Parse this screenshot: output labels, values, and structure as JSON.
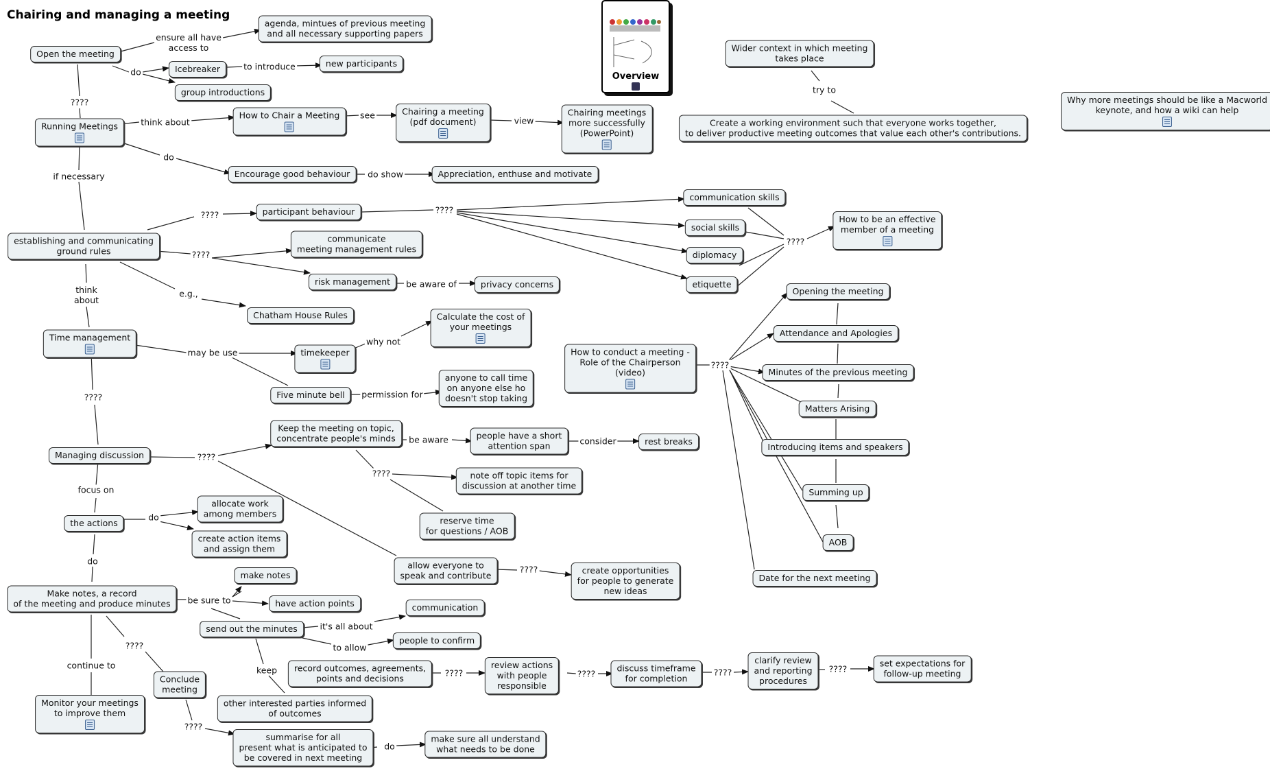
{
  "title": "Chairing and managing a meeting",
  "overview": {
    "label": "Overview"
  },
  "nodes": {
    "agenda": "agenda, mintues of previous meeting\nand all necessary supporting papers",
    "open": "Open the meeting",
    "icebreaker": "Icebreaker",
    "newpart": "new participants",
    "groupintro": "group introductions",
    "running": "Running Meetings",
    "howchair": "How to Chair a Meeting",
    "chairpdf": "Chairing a meeting\n(pdf document)",
    "chairppt": "Chairing meetings\nmore successfully\n(PowerPoint)",
    "encourage": "Encourage good behaviour",
    "appreciation": "Appreciation, enthuse and motivate",
    "partbeh": "participant behaviour",
    "groundrules": "establishing and communicating\nground rules",
    "commrules": "communicate\nmeeting management rules",
    "riskmgmt": "risk management",
    "privacy": "privacy concerns",
    "chatham": "Chatham House Rules",
    "commskills": "communication skills",
    "social": "social skills",
    "diplomacy": "diplomacy",
    "etiquette": "etiquette",
    "effective": "How to be an effective\nmember of a meeting",
    "wider": "Wider context in which meeting\ntakes place",
    "workenv": "Create a working environment such that everyone works together,\nto deliver productive meeting outcomes that value each other's contributions.",
    "macworld": "Why more meetings should be like a Macworld\nkeynote, and how a wiki can help",
    "timemgmt": "Time management",
    "timekeeper": "timekeeper",
    "calccost": "Calculate the cost of\nyour meetings",
    "fivemin": "Five minute bell",
    "calltime": "anyone to call time\non anyone else ho\ndoesn't stop taking",
    "conduct": "How to conduct a meeting -\nRole of the Chairperson\n(video)",
    "opening": "Opening the meeting",
    "attendance": "Attendance and Apologies",
    "minutesprev": "Minutes of the previous meeting",
    "matters": "Matters Arising",
    "introducing": "Introducing items and speakers",
    "summing": "Summing up",
    "aob": "AOB",
    "datenext": "Date for the next meeting",
    "keeptopic": "Keep the meeting on topic,\nconcentrate people's minds",
    "attention": "people have a short\nattention span",
    "rest": "rest breaks",
    "offtopic": "note off topic items for\ndiscussion at another time",
    "reserve": "reserve time\nfor questions / AOB",
    "managing": "Managing discussion",
    "actions": "the actions",
    "allocate": "allocate work\namong members",
    "createaction": "create action items\nand assign them",
    "allowall": "allow everyone to\nspeak and contribute",
    "opportunities": "create opportunities\nfor people to generate\nnew ideas",
    "makenotes": "make notes",
    "haveaction": "have action points",
    "record": "Make notes, a record\nof the meeting and produce minutes",
    "sendminutes": "send out the minutes",
    "communication": "communication",
    "confirm": "people to confirm",
    "recordout": "record outcomes, agreements,\npoints and decisions",
    "review": "review actions\nwith people\nresponsible",
    "discuss": "discuss timeframe\nfor completion",
    "clarify": "clarify review\nand reporting\nprocedures",
    "setexp": "set expectations for\nfollow-up meeting",
    "conclude": "Conclude\nmeeting",
    "monitor": "Monitor your meetings\nto improve them",
    "otherparties": "other interested parties informed\nof outcomes",
    "summarise": "summarise for all\npresent what is anticipated to\nbe covered in next meeting",
    "makesure": "make sure all understand\nwhat needs to be done"
  },
  "labels": {
    "ensure": "ensure all have\naccess to",
    "do1": "do",
    "tointro": "to introduce",
    "q_open_run": "????",
    "thinkabout": "think about",
    "see": "see",
    "view": "view",
    "do2": "do",
    "doshow": "do show",
    "ifnecessary": "if necessary",
    "q_gr_pb": "????",
    "q_pb_skills": "????",
    "q_skills_eff": "????",
    "q_gr_comm": "????",
    "bewareof": "be aware of",
    "eg": "e.g.,",
    "thinkabout2": "think\nabout",
    "maybeuse": "may be use",
    "whynot": "why not",
    "permissionfor": "permission for",
    "tryto": "try to",
    "q_conduct": "????",
    "q_time_man": "????",
    "q_man": "????",
    "beaware": "be aware",
    "consider": "consider",
    "q_keep": "????",
    "focuson": "focus on",
    "do3": "do",
    "do4": "do",
    "q_allow": "????",
    "besureto": "be sure to",
    "itsallabout": "it's all about",
    "toallow": "to allow",
    "keep": "keep",
    "q_rec1": "????",
    "q_rec2": "????",
    "q_rec3": "????",
    "q_rec4": "????",
    "q_conclude": "????",
    "continueto": "continue to",
    "q_summ": "????",
    "do5": "do"
  }
}
